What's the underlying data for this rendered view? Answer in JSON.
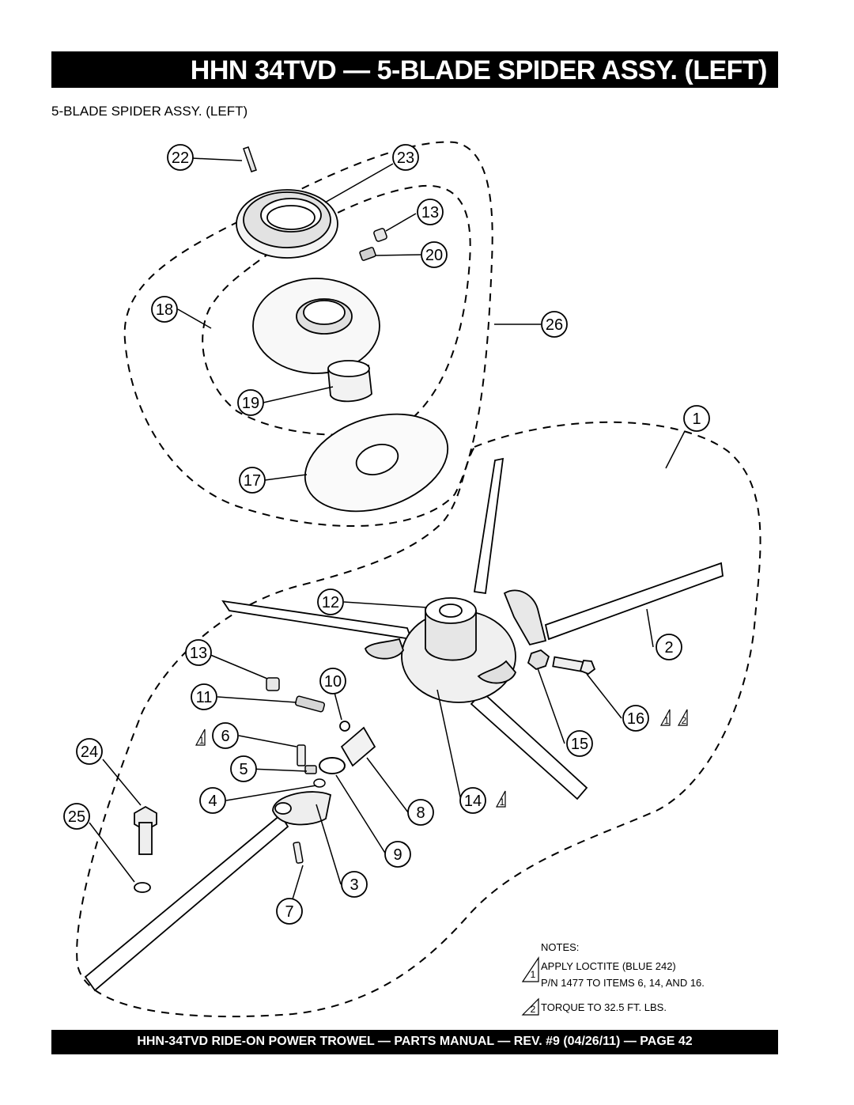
{
  "header": {
    "title": "HHN 34TVD — 5-BLADE SPIDER ASSY. (LEFT)",
    "subtitle": "5-BLADE SPIDER ASSY. (LEFT)"
  },
  "callouts": [
    {
      "label": "22"
    },
    {
      "label": "23"
    },
    {
      "label": "13"
    },
    {
      "label": "20"
    },
    {
      "label": "18"
    },
    {
      "label": "26"
    },
    {
      "label": "19"
    },
    {
      "label": "1"
    },
    {
      "label": "17"
    },
    {
      "label": "12"
    },
    {
      "label": "2"
    },
    {
      "label": "13"
    },
    {
      "label": "10"
    },
    {
      "label": "11"
    },
    {
      "label": "16"
    },
    {
      "label": "6"
    },
    {
      "label": "15"
    },
    {
      "label": "24"
    },
    {
      "label": "5"
    },
    {
      "label": "4"
    },
    {
      "label": "14"
    },
    {
      "label": "8"
    },
    {
      "label": "25"
    },
    {
      "label": "9"
    },
    {
      "label": "3"
    },
    {
      "label": "7"
    }
  ],
  "flag_markers": {
    "one": "1",
    "two": "2"
  },
  "notes": {
    "heading": "NOTES:",
    "note1_line1": "APPLY LOCTITE  (BLUE 242)",
    "note1_line2": "P/N 1477 TO ITEMS 6, 14, AND 16.",
    "note2": "TORQUE TO 32.5 FT. LBS."
  },
  "footer": {
    "text": "HHN-34TVD   RIDE-ON POWER TROWEL — PARTS MANUAL — REV. #9 (04/26/11) — PAGE 42"
  }
}
